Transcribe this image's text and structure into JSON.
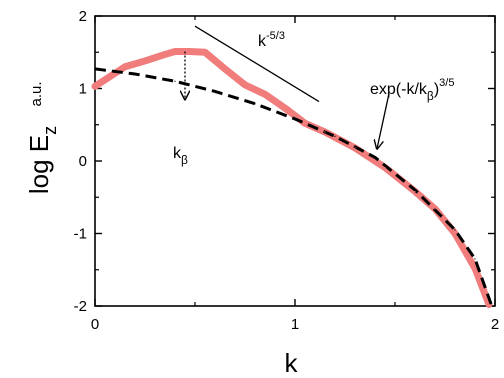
{
  "chart_data": {
    "type": "line",
    "xlabel": "k",
    "ylabel_main": "log E",
    "ylabel_sub": "z",
    "ylabel_unit": "a.u.",
    "xlim": [
      0,
      2
    ],
    "ylim": [
      -2,
      2
    ],
    "x_ticks": [
      0,
      1,
      2
    ],
    "y_ticks": [
      -2,
      -1,
      0,
      1,
      2
    ],
    "x_tick_labels": [
      "0",
      "1",
      "2"
    ],
    "y_tick_labels": [
      "-2",
      "-1",
      "0",
      "1",
      "2"
    ],
    "grid": false,
    "series": [
      {
        "style": "thick-solid",
        "color": "#f07c7c",
        "x": [
          0,
          0.15,
          0.25,
          0.35,
          0.4,
          0.47,
          0.55,
          0.65,
          0.75,
          0.85,
          0.95,
          1.05,
          1.15,
          1.3,
          1.45,
          1.6,
          1.7,
          1.8,
          1.9,
          1.97
        ],
        "y": [
          1.03,
          1.3,
          1.38,
          1.47,
          1.51,
          1.51,
          1.5,
          1.27,
          1.05,
          0.92,
          0.73,
          0.52,
          0.4,
          0.18,
          -0.09,
          -0.42,
          -0.66,
          -1.0,
          -1.48,
          -1.98
        ]
      },
      {
        "style": "dashed",
        "color": "#000000",
        "x": [
          0,
          0.2,
          0.4,
          0.6,
          0.8,
          1.0,
          1.2,
          1.4,
          1.6,
          1.8,
          1.9,
          1.98
        ],
        "y": [
          1.27,
          1.2,
          1.1,
          0.96,
          0.79,
          0.58,
          0.34,
          0.05,
          -0.4,
          -0.95,
          -1.35,
          -1.97
        ]
      }
    ],
    "annotations": {
      "slope_label_base": "k",
      "slope_label_exp": "-5/3",
      "slope_line": {
        "x": [
          0.5,
          1.12
        ],
        "y": [
          1.86,
          0.82
        ]
      },
      "kbeta_label_base": "k",
      "kbeta_label_sub": "β",
      "kbeta_arrow": {
        "x": [
          0.45,
          0.45
        ],
        "y": [
          1.51,
          0.85
        ]
      },
      "exp_label_main": "exp(-k/k",
      "exp_label_sub": "β",
      "exp_label_close": ")",
      "exp_label_exp": "3/5",
      "exp_arrow": {
        "x": [
          1.47,
          1.41
        ],
        "y": [
          0.93,
          0.17
        ]
      }
    }
  }
}
